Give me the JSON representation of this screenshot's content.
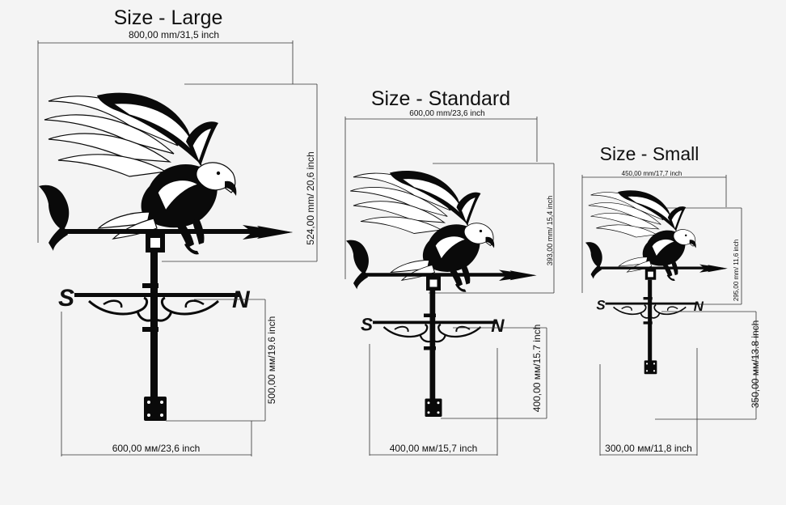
{
  "colors": {
    "background": "#f4f4f4",
    "ink": "#0a0a0a",
    "dimension_line": "#333333"
  },
  "icons": [
    "eagle-icon",
    "tail-icon",
    "arrow-icon",
    "letter-s",
    "letter-n",
    "scroll-ornament",
    "mounting-plate"
  ],
  "sizes": [
    {
      "title": "Size - Large",
      "width_label": "800,00 mm/31,5 inch",
      "height_label": "524,00 mm/ 20,6 inch",
      "stand_height_label": "500,00 мм/19.6 inch",
      "base_width_label": "600,00 мм/23,6 inch"
    },
    {
      "title": "Size - Standard",
      "width_label": "600,00 mm/23,6 inch",
      "height_label": "393,00 mm/ 15,4 inch",
      "stand_height_label": "400,00 мм/15.7 inch",
      "base_width_label": "400,00 мм/15,7 inch"
    },
    {
      "title": "Size - Small",
      "width_label": "450,00 mm/17,7 inch",
      "height_label": "295,00 mm/ 11,6 inch",
      "stand_height_label": "350,00 мм/13.8 inch",
      "base_width_label": "300,00 мм/11,8 inch"
    }
  ]
}
